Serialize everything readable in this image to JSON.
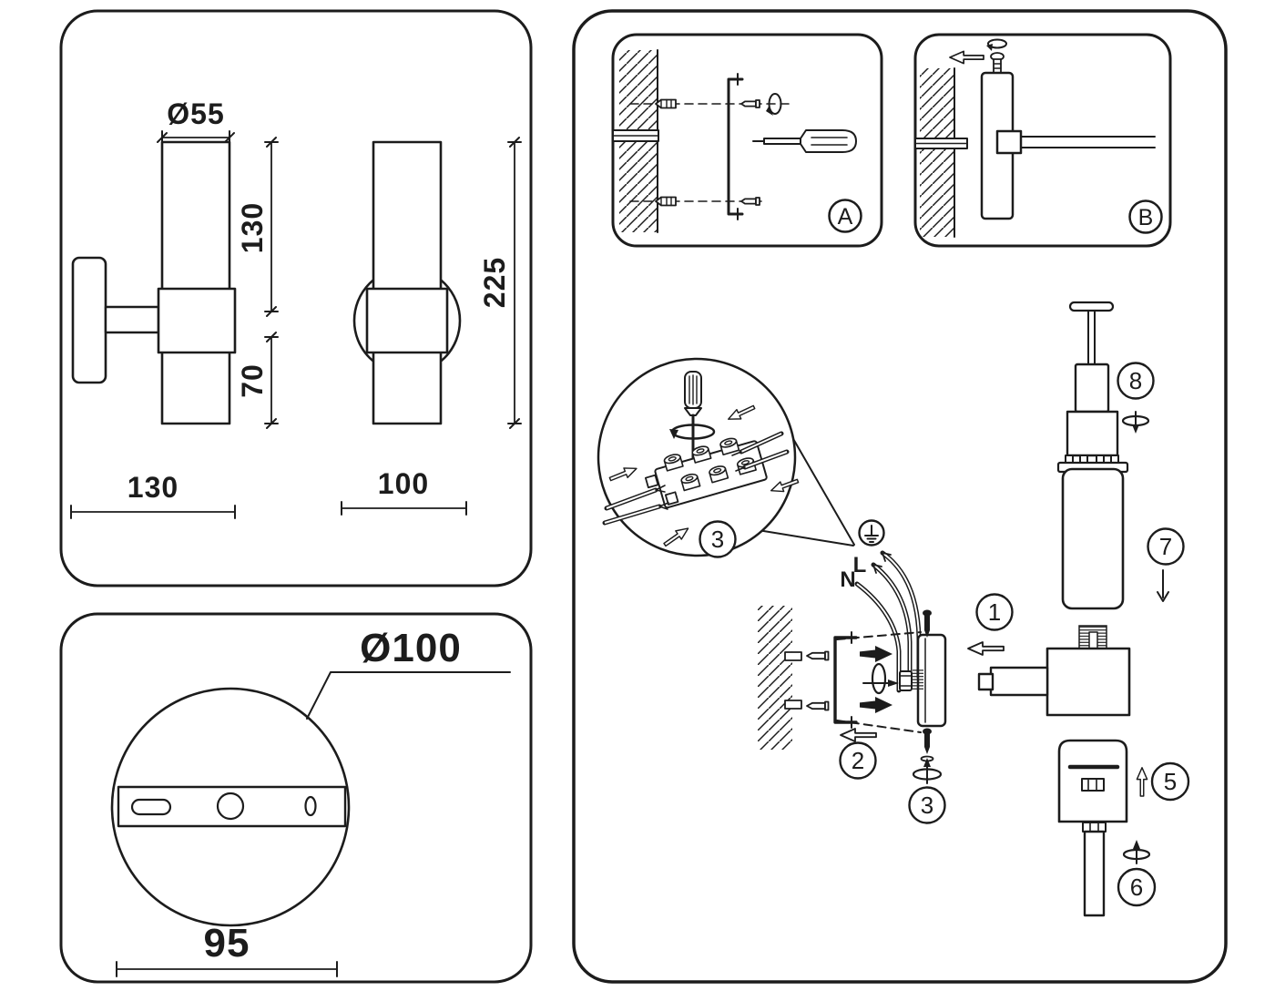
{
  "colors": {
    "ink": "#1c1c1c",
    "paper": "#ffffff"
  },
  "dimension_panel": {
    "side_view": {
      "diameter": "Ø55",
      "glass_height": "130",
      "lower_height": "70",
      "projection": "130"
    },
    "front_view": {
      "total_height": "225",
      "width": "100"
    }
  },
  "base_panel": {
    "plate_diameter": "Ø100",
    "mount_width": "95"
  },
  "install_panel": {
    "inset_a": {
      "label": "A"
    },
    "inset_b": {
      "label": "B"
    },
    "wiring": {
      "live": "L",
      "neutral": "N"
    },
    "steps": {
      "1": "1",
      "2": "2",
      "3": "3",
      "5": "5",
      "6": "6",
      "7": "7",
      "8": "8"
    }
  }
}
